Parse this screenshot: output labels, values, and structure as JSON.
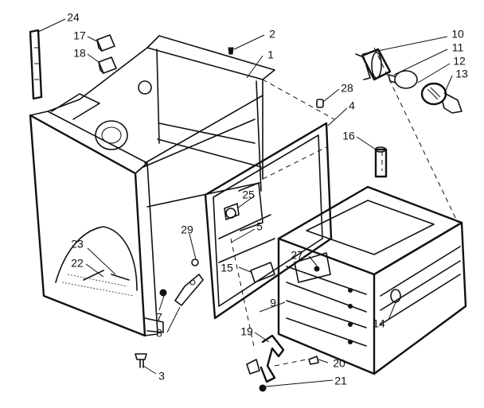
{
  "diagram": {
    "type": "exploded-parts-view",
    "callouts": [
      "1",
      "2",
      "3",
      "4",
      "5",
      "7",
      "8",
      "9",
      "10",
      "11",
      "12",
      "13",
      "14",
      "15",
      "16",
      "17",
      "18",
      "19",
      "20",
      "21",
      "22",
      "23",
      "24",
      "25",
      "27",
      "28",
      "29"
    ]
  }
}
